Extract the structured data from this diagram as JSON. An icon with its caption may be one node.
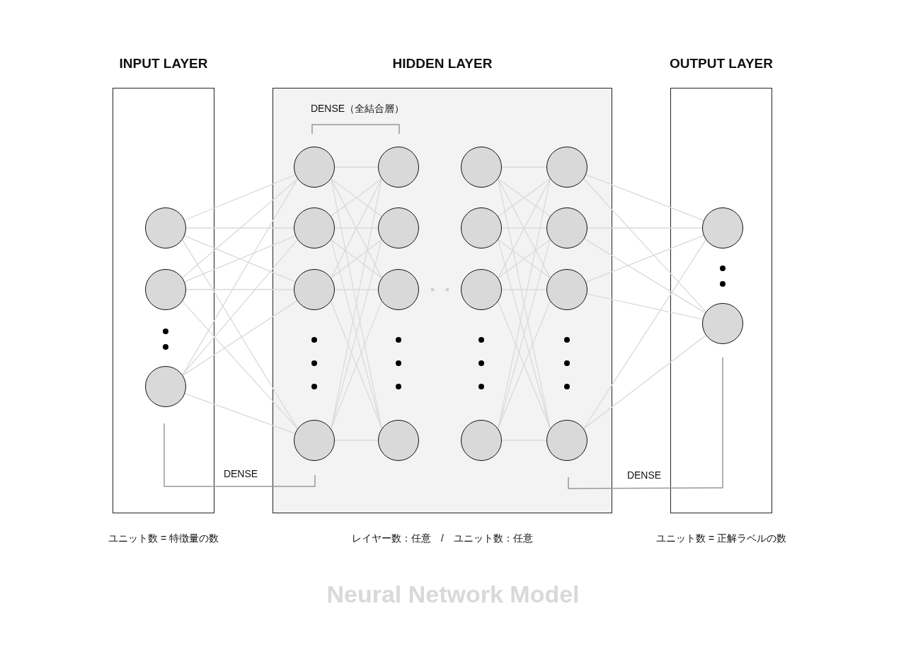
{
  "diagram": {
    "title": "Neural Network Model",
    "nodes": [
      {
        "text": [
          "INPUT LAYER"
        ],
        "beside": [
          "ユニット数 = 特徴量の数"
        ]
      },
      {
        "text": [
          "HIDDEN LAYER"
        ],
        "beside": [
          "レイヤー数：任意　/　ユニット数：任意"
        ]
      },
      {
        "text": [
          "OUTPUT LAYER"
        ],
        "beside": [
          "ユニット数 = 正解ラベルの数"
        ]
      },
      {
        "text": [],
        "shape": "circle",
        "in": 0
      },
      {
        "text": [],
        "shape": "circle",
        "in": 0
      },
      {
        "text": [],
        "shape": "circle",
        "in": 0
      },
      {
        "text": [],
        "shape": "circle",
        "in": 1
      },
      {
        "text": [],
        "shape": "circle",
        "in": 1
      },
      {
        "text": [],
        "shape": "circle",
        "in": 1
      },
      {
        "text": [],
        "shape": "circle",
        "in": 1
      },
      {
        "text": [],
        "shape": "circle",
        "in": 1
      },
      {
        "text": [],
        "shape": "circle",
        "in": 1
      },
      {
        "text": [],
        "shape": "circle",
        "in": 1
      },
      {
        "text": [],
        "shape": "circle",
        "in": 1
      },
      {
        "text": [],
        "shape": "circle",
        "in": 1
      },
      {
        "text": [],
        "shape": "circle",
        "in": 1
      },
      {
        "text": [],
        "shape": "circle",
        "in": 1
      },
      {
        "text": [],
        "shape": "circle",
        "in": 1
      },
      {
        "text": [],
        "shape": "circle",
        "in": 1
      },
      {
        "text": [],
        "shape": "circle",
        "in": 1
      },
      {
        "text": [],
        "shape": "circle",
        "in": 1
      },
      {
        "text": [],
        "shape": "circle",
        "in": 1
      },
      {
        "text": [],
        "shape": "circle",
        "in": 2
      },
      {
        "text": [],
        "shape": "circle",
        "in": 2
      }
    ],
    "edges": [
      {
        "from": 3,
        "to": 6,
        "arrow": "none"
      },
      {
        "from": 3,
        "to": 7,
        "arrow": "none"
      },
      {
        "from": 3,
        "to": 8,
        "arrow": "none"
      },
      {
        "from": 3,
        "to": 9,
        "arrow": "none"
      },
      {
        "from": 4,
        "to": 6,
        "arrow": "none"
      },
      {
        "from": 4,
        "to": 7,
        "arrow": "none"
      },
      {
        "from": 4,
        "to": 8,
        "arrow": "none"
      },
      {
        "from": 4,
        "to": 9,
        "arrow": "none"
      },
      {
        "from": 5,
        "to": 6,
        "arrow": "none"
      },
      {
        "from": 5,
        "to": 7,
        "arrow": "none"
      },
      {
        "from": 5,
        "to": 8,
        "arrow": "none"
      },
      {
        "from": 5,
        "to": 9,
        "arrow": "none"
      },
      {
        "from": 6,
        "to": 10,
        "arrow": "none"
      },
      {
        "from": 6,
        "to": 11,
        "arrow": "none"
      },
      {
        "from": 6,
        "to": 12,
        "arrow": "none"
      },
      {
        "from": 6,
        "to": 13,
        "arrow": "none"
      },
      {
        "from": 7,
        "to": 10,
        "arrow": "none"
      },
      {
        "from": 7,
        "to": 11,
        "arrow": "none"
      },
      {
        "from": 7,
        "to": 12,
        "arrow": "none"
      },
      {
        "from": 7,
        "to": 13,
        "arrow": "none"
      },
      {
        "from": 8,
        "to": 10,
        "arrow": "none"
      },
      {
        "from": 8,
        "to": 11,
        "arrow": "none"
      },
      {
        "from": 8,
        "to": 12,
        "arrow": "none"
      },
      {
        "from": 8,
        "to": 13,
        "arrow": "none"
      },
      {
        "from": 9,
        "to": 10,
        "arrow": "none"
      },
      {
        "from": 9,
        "to": 11,
        "arrow": "none"
      },
      {
        "from": 9,
        "to": 12,
        "arrow": "none"
      },
      {
        "from": 9,
        "to": 13,
        "arrow": "none"
      },
      {
        "from": 14,
        "to": 18,
        "arrow": "none"
      },
      {
        "from": 14,
        "to": 19,
        "arrow": "none"
      },
      {
        "from": 14,
        "to": 20,
        "arrow": "none"
      },
      {
        "from": 14,
        "to": 21,
        "arrow": "none"
      },
      {
        "from": 15,
        "to": 18,
        "arrow": "none"
      },
      {
        "from": 15,
        "to": 19,
        "arrow": "none"
      },
      {
        "from": 15,
        "to": 20,
        "arrow": "none"
      },
      {
        "from": 15,
        "to": 21,
        "arrow": "none"
      },
      {
        "from": 16,
        "to": 18,
        "arrow": "none"
      },
      {
        "from": 16,
        "to": 19,
        "arrow": "none"
      },
      {
        "from": 16,
        "to": 20,
        "arrow": "none"
      },
      {
        "from": 16,
        "to": 21,
        "arrow": "none"
      },
      {
        "from": 17,
        "to": 18,
        "arrow": "none"
      },
      {
        "from": 17,
        "to": 19,
        "arrow": "none"
      },
      {
        "from": 17,
        "to": 20,
        "arrow": "none"
      },
      {
        "from": 17,
        "to": 21,
        "arrow": "none"
      },
      {
        "from": 18,
        "to": 22,
        "arrow": "none"
      },
      {
        "from": 18,
        "to": 23,
        "arrow": "none"
      },
      {
        "from": 19,
        "to": 22,
        "arrow": "none"
      },
      {
        "from": 19,
        "to": 23,
        "arrow": "none"
      },
      {
        "from": 20,
        "to": 22,
        "arrow": "none"
      },
      {
        "from": 20,
        "to": 23,
        "arrow": "none"
      },
      {
        "from": 21,
        "to": 22,
        "arrow": "none"
      },
      {
        "from": 21,
        "to": 23,
        "arrow": "none"
      }
    ],
    "labels": [
      "DENSE（全結合層）",
      "DENSE",
      "DENSE"
    ]
  }
}
